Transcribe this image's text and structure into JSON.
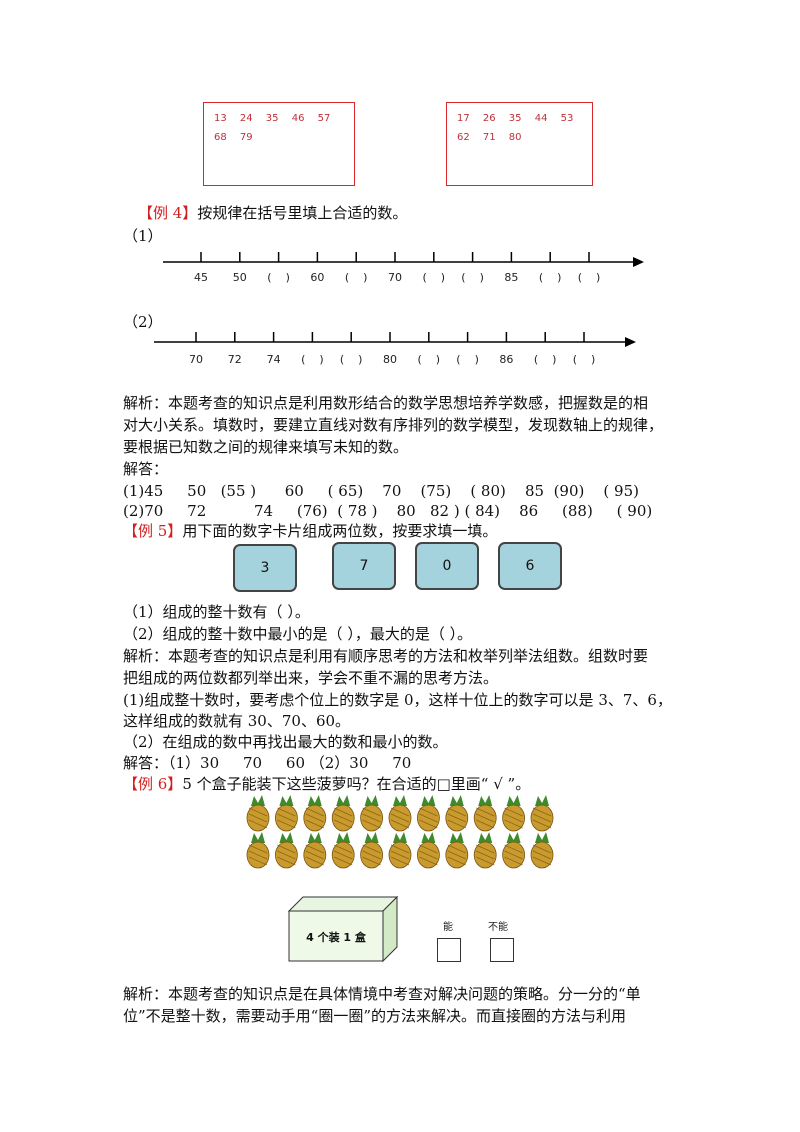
{
  "box_left": {
    "row1": "13 24 35 46 57",
    "row2": "68 79"
  },
  "box_right": {
    "row1": "17 26 35 44 53",
    "row2": "62 71 80"
  },
  "ex4": {
    "tag": "【例 4】",
    "title": "按规律在括号里填上合适的数。",
    "part1_label": "（1）",
    "part2_label": "（2）",
    "line1_labels": [
      "45",
      "50",
      "(    )",
      "60",
      "(    )",
      "70",
      "(    )",
      "(    )",
      "85",
      "(    )",
      "(    )"
    ],
    "line2_labels": [
      "70",
      "72",
      "74",
      "(    )",
      "(    )",
      "80",
      "(    )",
      "(    )",
      "86",
      "(    )",
      "(    )"
    ],
    "analysis_l1": "解析：本题考查的知识点是利用数形结合的数学思想培养学数感，把握数是的相",
    "analysis_l2": "对大小关系。填数时，要建立直线对数有序排列的数学模型，发现数轴上的规律，",
    "analysis_l3": "要根据已知数之间的规律来填写未知的数。",
    "answer_label": "解答：",
    "answer_l1": "(1)45     50   (55 )      60     ( 65)    70    (75)    ( 80)    85  (90)    ( 95)",
    "answer_l2": "(2)70     72          74     (76)  ( 78 )    80   82 ) ( 84)    86     (88)     ( 90)"
  },
  "ex5": {
    "tag": "【例 5】",
    "title": "用下面的数字卡片组成两位数，按要求填一填。",
    "cards": [
      "3",
      "7",
      "0",
      "6"
    ],
    "q1": "（1）组成的整十数有（    ）。",
    "q2": "（2）组成的整十数中最小的是（      ），最大的是（    ）。",
    "analysis_l1": "解析：本题考查的知识点是利用有顺序思考的方法和枚举列举法组数。组数时要",
    "analysis_l2": "把组成的两位数都列举出来，学会不重不漏的思考方法。",
    "analysis_l3": "(1)组成整十数时，要考虑个位上的数字是 0，这样十位上的数字可以是 3、7、6，",
    "analysis_l4": "这样组成的数就有 30、70、60。",
    "analysis_l5": "（2）在组成的数中再找出最大的数和最小的数。",
    "answer": "解答：（1）30     70     60 （2）30     70"
  },
  "ex6": {
    "tag": "【例 6】",
    "title": "5 个盒子能装下这些菠萝吗？在合适的□里画“ √ ”。",
    "box_label": "4 个装 1 盒",
    "can_label": "能",
    "cannot_label": "不能",
    "analysis_l1": "解析：本题考查的知识点是在具体情境中考查对解决问题的策略。分一分的“单",
    "analysis_l2": "位”不是整十数，需要动手用“圈一圈”的方法来解决。而直接圈的方法与利用"
  },
  "colors": {
    "red": "#d41f1f",
    "card": "#a5d3dd",
    "pineapple_body": "#c99a2e",
    "pineapple_leaf": "#3f8a2a"
  }
}
